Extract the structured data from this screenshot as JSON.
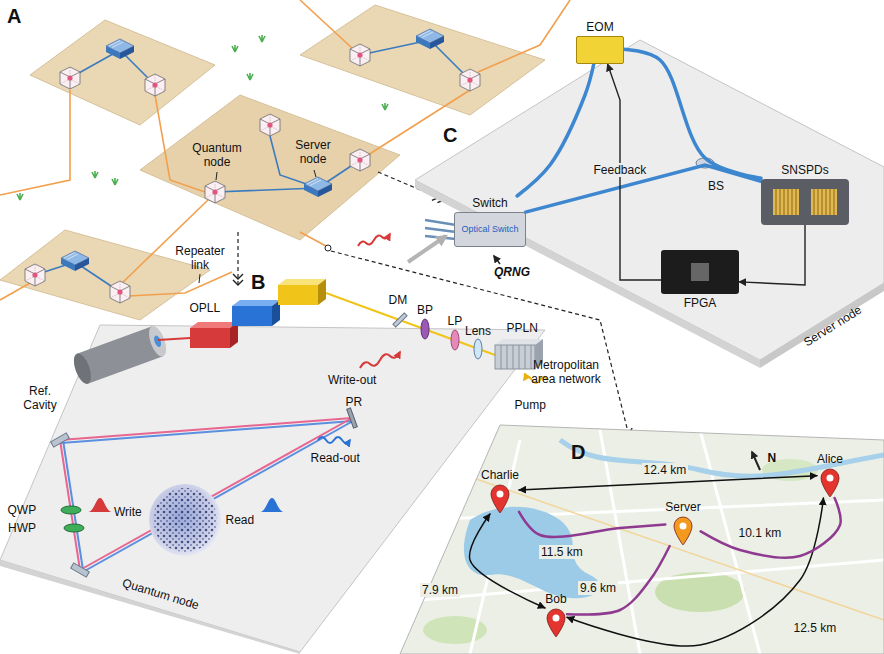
{
  "diagram": {
    "nodes": [
      {
        "text": [
          "Switch",
          "Optical Switch"
        ]
      },
      {
        "text": [
          "EOM"
        ]
      },
      {
        "text": [
          "SNSPDs"
        ]
      },
      {
        "text": [
          "FPGA"
        ]
      },
      {
        "text": [
          "Alice"
        ]
      },
      {
        "text": [
          "Charlie"
        ]
      },
      {
        "text": [
          "Server"
        ]
      },
      {
        "text": [
          "Bob"
        ]
      }
    ],
    "edges": [
      {
        "from": 0,
        "to": 1,
        "arrow": "none"
      },
      {
        "from": 0,
        "to": 2,
        "arrow": "none"
      },
      {
        "from": 1,
        "to": 2,
        "arrow": "none"
      },
      {
        "from": 2,
        "to": 3,
        "arrow": "to"
      },
      {
        "from": 3,
        "to": 1,
        "arrow": "to",
        "label": "Feedback"
      },
      {
        "from": 5,
        "to": 4,
        "arrow": "both",
        "label": "12.4 km"
      },
      {
        "from": 5,
        "to": 7,
        "arrow": "both",
        "label": "7.9 km"
      },
      {
        "from": 7,
        "to": 4,
        "arrow": "both",
        "label": "12.5 km"
      },
      {
        "from": 5,
        "to": 6,
        "arrow": "none",
        "label": "11.5 km"
      },
      {
        "from": 7,
        "to": 6,
        "arrow": "none",
        "label": "9.6 km"
      },
      {
        "from": 6,
        "to": 4,
        "arrow": "none",
        "label": "10.1 km"
      }
    ],
    "labels": [
      "A",
      "B",
      "C",
      "D",
      "Quantum node",
      "Server node",
      "Repeater link",
      "Metropolitan area network",
      "OPLL",
      "Ref. Cavity",
      "DM",
      "BP",
      "LP",
      "Lens",
      "PPLN",
      "Pump",
      "Write-out",
      "PR",
      "Read-out",
      "QWP",
      "HWP",
      "Write",
      "Read",
      "Quantum node",
      "BS",
      "QRNG",
      "Server node",
      "N"
    ]
  }
}
